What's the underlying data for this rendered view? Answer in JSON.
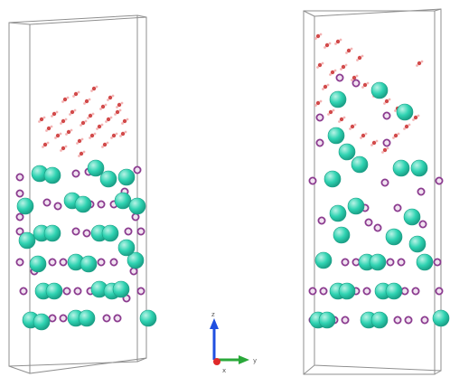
{
  "colors": {
    "cell_edge": "#8f8f8f",
    "large_atom": "#2fd3b2",
    "large_atom_highlight": "#b9f3e6",
    "small_atom": "#8b3b8f",
    "small_atom_fill": "#f1e3f1",
    "water_oxygen": "#d24a4a",
    "water_hydrogen": "#f3b3b3",
    "axis_z": "#1f4fe0",
    "axis_x": "#e02a2a",
    "axis_y": "#2aa83a"
  },
  "axis_labels": {
    "z": "z",
    "x": "x",
    "y": "y"
  },
  "panels": [
    {
      "name": "left-slab-model",
      "large_atoms": 30,
      "small_atoms": 36,
      "water_molecules": 28
    },
    {
      "name": "right-slab-model",
      "large_atoms": 28,
      "small_atoms": 34,
      "water_molecules": 26
    }
  ]
}
